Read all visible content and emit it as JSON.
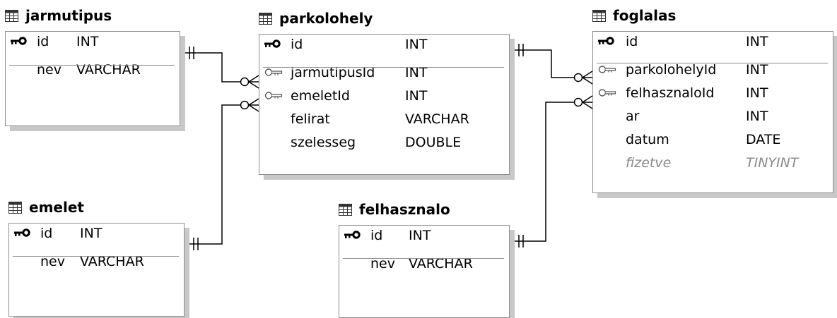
{
  "tables": {
    "jarmutipus": {
      "name": "jarmutipus",
      "columns": [
        {
          "name": "id",
          "type": "INT",
          "key": "primary"
        },
        {
          "name": "nev",
          "type": "VARCHAR",
          "key": "none"
        }
      ]
    },
    "parkolohely": {
      "name": "parkolohely",
      "columns": [
        {
          "name": "id",
          "type": "INT",
          "key": "primary"
        },
        {
          "name": "jarmutipusId",
          "type": "INT",
          "key": "foreign"
        },
        {
          "name": "emeletId",
          "type": "INT",
          "key": "foreign"
        },
        {
          "name": "felirat",
          "type": "VARCHAR",
          "key": "none"
        },
        {
          "name": "szelesseg",
          "type": "DOUBLE",
          "key": "none"
        }
      ]
    },
    "foglalas": {
      "name": "foglalas",
      "columns": [
        {
          "name": "id",
          "type": "INT",
          "key": "primary"
        },
        {
          "name": "parkolohelyId",
          "type": "INT",
          "key": "foreign"
        },
        {
          "name": "felhasznaloId",
          "type": "INT",
          "key": "foreign"
        },
        {
          "name": "ar",
          "type": "INT",
          "key": "none"
        },
        {
          "name": "datum",
          "type": "DATE",
          "key": "none"
        },
        {
          "name": "fizetve",
          "type": "TINYINT",
          "key": "none",
          "nullable": true
        }
      ]
    },
    "emelet": {
      "name": "emelet",
      "columns": [
        {
          "name": "id",
          "type": "INT",
          "key": "primary"
        },
        {
          "name": "nev",
          "type": "VARCHAR",
          "key": "none"
        }
      ]
    },
    "felhasznalo": {
      "name": "felhasznalo",
      "columns": [
        {
          "name": "id",
          "type": "INT",
          "key": "primary"
        },
        {
          "name": "nev",
          "type": "VARCHAR",
          "key": "none"
        }
      ]
    }
  },
  "relationships": [
    {
      "from": "jarmutipus.id",
      "to": "parkolohely.jarmutipusId",
      "from_end": "one-and-only-one",
      "to_end": "zero-or-many"
    },
    {
      "from": "emelet.id",
      "to": "parkolohely.emeletId",
      "from_end": "one-and-only-one",
      "to_end": "zero-or-many"
    },
    {
      "from": "parkolohely.id",
      "to": "foglalas.parkolohelyId",
      "from_end": "one-and-only-one",
      "to_end": "zero-or-many"
    },
    {
      "from": "felhasznalo.id",
      "to": "foglalas.felhasznaloId",
      "from_end": "one-and-only-one",
      "to_end": "zero-or-many"
    }
  ],
  "colors": {
    "border": "#8c8c8c",
    "shadow": "#c8c8c8",
    "line": "#000000",
    "nullable_text": "#8a8a8a",
    "key_icon": "#555555"
  },
  "icons": {
    "table_header": "table-grid-icon",
    "primary_key": "primary-key-icon",
    "foreign_key": "foreign-key-icon"
  }
}
